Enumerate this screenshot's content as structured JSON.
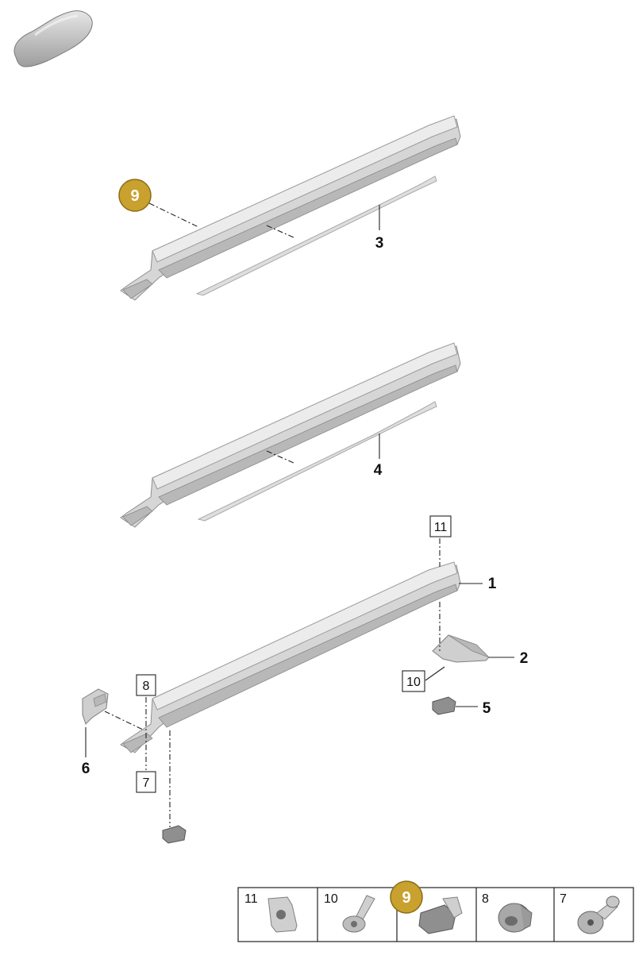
{
  "callouts": {
    "c1": "1",
    "c2": "2",
    "c3": "3",
    "c4": "4",
    "c5": "5",
    "c6": "6",
    "badge_top": "9"
  },
  "boxed_refs": {
    "b11": "11",
    "b10": "10",
    "b8": "8",
    "b7": "7"
  },
  "parts_table": {
    "cells": [
      {
        "number": "11",
        "icon": "clip-plate-icon"
      },
      {
        "number": "10",
        "icon": "push-rivet-icon"
      },
      {
        "number": "",
        "icon": "expanding-clip-icon",
        "badge": "9"
      },
      {
        "number": "8",
        "icon": "plug-grommet-icon"
      },
      {
        "number": "7",
        "icon": "spreader-rivet-icon"
      }
    ]
  },
  "colors": {
    "badge_fill": "#c9a12f",
    "badge_stroke": "#8a6d14",
    "part_grey": "#d6d6d6"
  },
  "icons": {
    "car_thumbnail": "car-silhouette-icon"
  }
}
